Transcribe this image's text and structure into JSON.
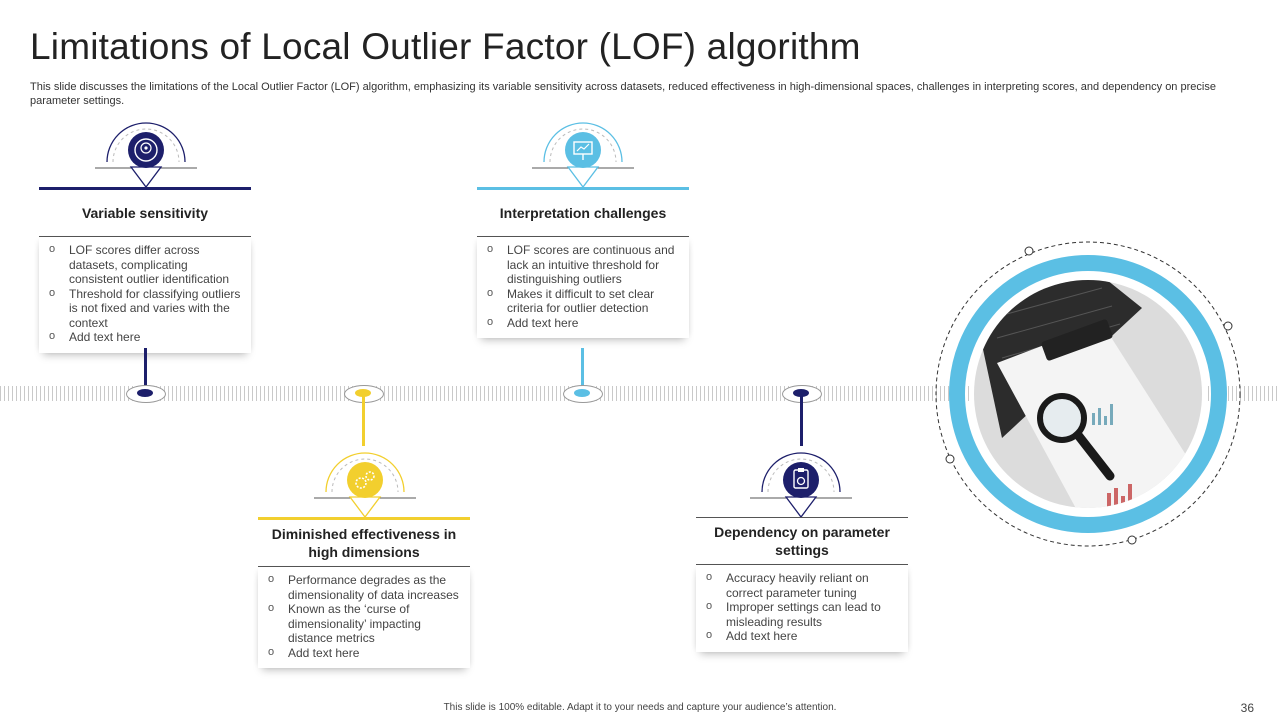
{
  "title": "Limitations of Local Outlier Factor (LOF) algorithm",
  "subtitle": "This slide discusses the limitations of the Local Outlier Factor (LOF) algorithm, emphasizing its variable sensitivity across datasets, reduced effectiveness in high-dimensional spaces, challenges in interpreting scores, and dependency on precise parameter settings.",
  "colors": {
    "navy": "#1d1f6b",
    "sky": "#5bbfe4",
    "yellow": "#f2cf2e",
    "grey": "#cfcfcf"
  },
  "cards": [
    {
      "heading": "Variable sensitivity",
      "icon": "head-gear-icon",
      "bullets": [
        "LOF scores differ across datasets, complicating consistent outlier identification",
        "Threshold for classifying outliers is not fixed and varies with the context",
        "Add text here"
      ]
    },
    {
      "heading": "Interpretation challenges",
      "icon": "presentation-board-icon",
      "bullets": [
        "LOF scores are continuous and lack an intuitive threshold for distinguishing outliers",
        "Makes it difficult to set clear criteria for outlier detection",
        "Add text here"
      ]
    },
    {
      "heading": "Diminished effectiveness in high dimensions",
      "icon": "gears-icon",
      "bullets": [
        "Performance degrades as the dimensionality of data increases",
        "Known as the ‘curse of dimensionality’ impacting distance metrics",
        "Add text here"
      ]
    },
    {
      "heading": "Dependency on parameter settings",
      "icon": "clipboard-gear-icon",
      "bullets": [
        "Accuracy heavily reliant on correct parameter tuning",
        "Improper settings can lead to misleading results",
        "Add text here"
      ]
    }
  ],
  "image": {
    "subject": "magnifying-glass-on-report-photo"
  },
  "footer": "This slide is 100% editable. Adapt it to your needs and capture your audience’s attention.",
  "page_number": "36"
}
